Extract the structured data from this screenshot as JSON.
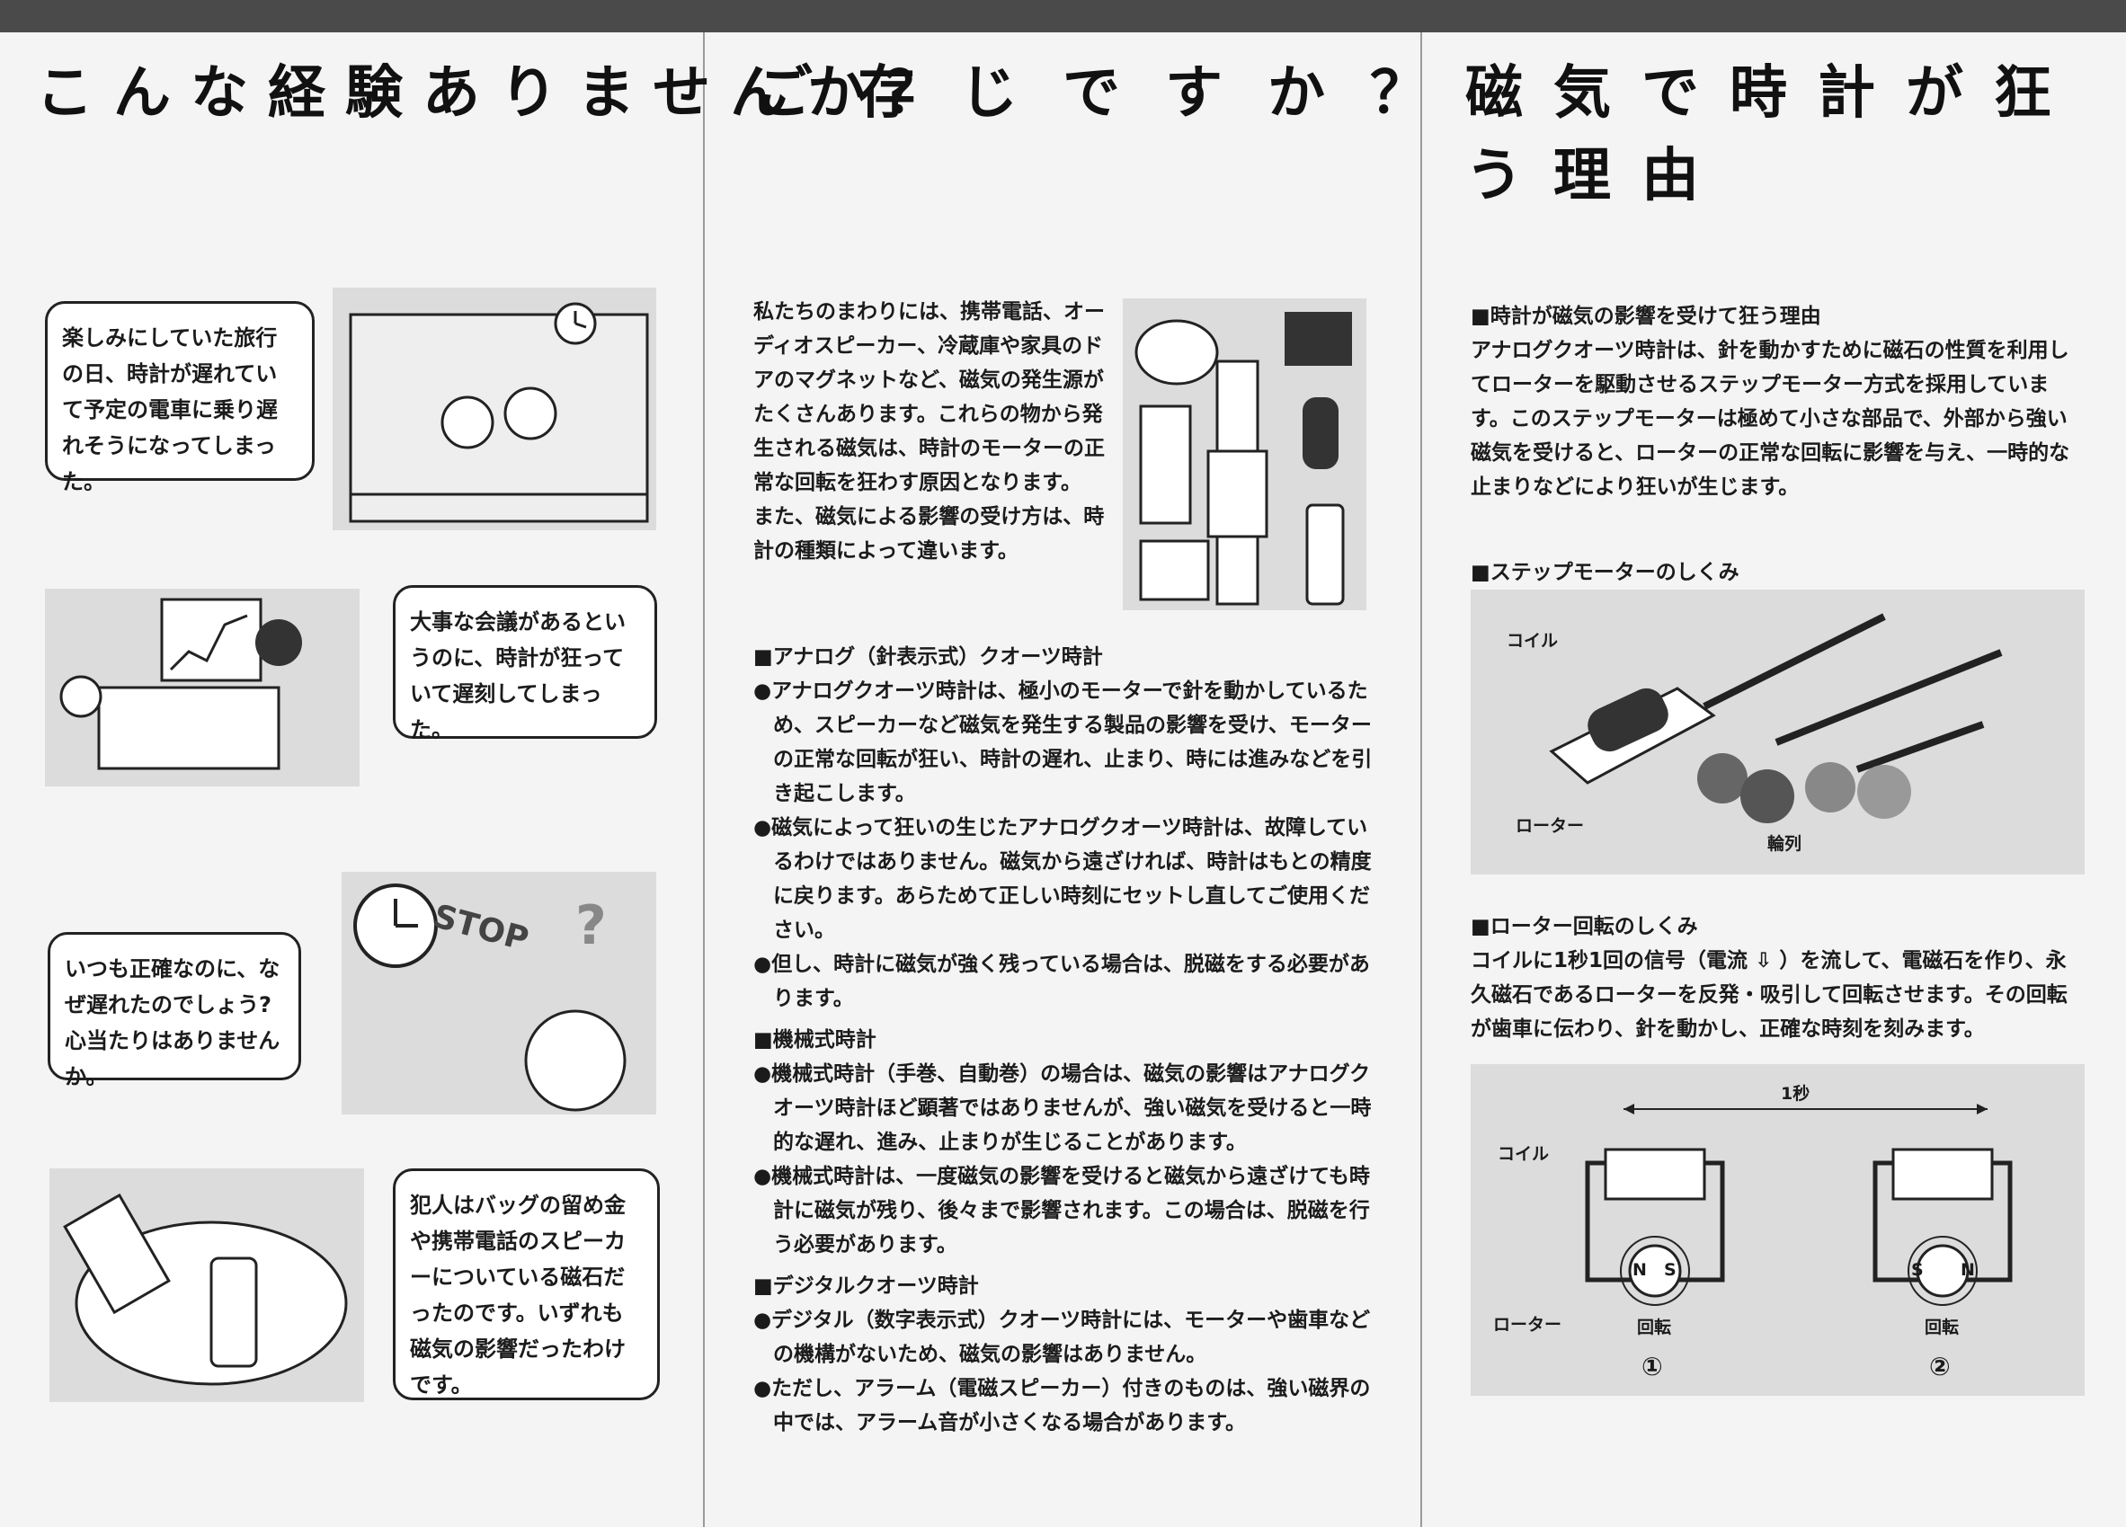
{
  "titles": [
    "こんな経験ありませんか？",
    "ご存じですか？",
    "磁気で時計が狂う理由"
  ],
  "left": {
    "bubbles": [
      "楽しみにしていた旅行の日、時計が遅れていて予定の電車に乗り遅れそうになってしまった。",
      "大事な会議があるというのに、時計が狂っていて遅刻してしまった。",
      "いつも正確なのに、なぜ遅れたのでしょう? 心当たりはありませんか。",
      "犯人はバッグの留め金や携帯電話のスピーカーについている磁石だったのです。いずれも磁気の影響だったわけです。"
    ],
    "stop_sign": "STOP",
    "question_mark": "?"
  },
  "middle": {
    "intro": [
      "私たちのまわりには、携帯電話、オーディオスピーカー、冷蔵庫や家具のドアのマグネットなど、磁気の発生源がたくさんあります。これらの物から発生される磁気は、時計のモーターの正常な回転を狂わす原因となります。",
      "また、磁気による影響の受け方は、時計の種類によって違います。"
    ],
    "sections": [
      {
        "heading": "■アナログ（針表示式）クオーツ時計",
        "bullets": [
          "●アナログクオーツ時計は、極小のモーターで針を動かしているため、スピーカーなど磁気を発生する製品の影響を受け、モーターの正常な回転が狂い、時計の遅れ、止まり、時には進みなどを引き起こします。",
          "●磁気によって狂いの生じたアナログクオーツ時計は、故障しているわけではありません。磁気から遠ざければ、時計はもとの精度に戻ります。あらためて正しい時刻にセットし直してご使用ください。",
          "●但し、時計に磁気が強く残っている場合は、脱磁をする必要があります。"
        ]
      },
      {
        "heading": "■機械式時計",
        "bullets": [
          "●機械式時計（手巻、自動巻）の場合は、磁気の影響はアナログクオーツ時計ほど顕著ではありませんが、強い磁気を受けると一時的な遅れ、進み、止まりが生じることがあります。",
          "●機械式時計は、一度磁気の影響を受けると磁気から遠ざけても時計に磁気が残り、後々まで影響されます。この場合は、脱磁を行う必要があります。"
        ]
      },
      {
        "heading": "■デジタルクオーツ時計",
        "bullets": [
          "●デジタル（数字表示式）クオーツ時計には、モーターや歯車などの機構がないため、磁気の影響はありません。",
          "●ただし、アラーム（電磁スピーカー）付きのものは、強い磁界の中では、アラーム音が小さくなる場合があります。"
        ]
      }
    ]
  },
  "right": {
    "heading1": "■時計が磁気の影響を受けて狂う理由",
    "para1": "アナログクオーツ時計は、針を動かすために磁石の性質を利用してローターを駆動させるステップモーター方式を採用しています。このステップモーターは極めて小さな部品で、外部から強い磁気を受けると、ローターの正常な回転に影響を与え、一時的な止まりなどにより狂いが生じます。",
    "heading2": "■ステップモーターのしくみ",
    "diagram1": {
      "coil": "コイル",
      "rotor": "ローター",
      "gear_train": "輪列"
    },
    "heading3": "■ローター回転のしくみ",
    "para2_a": "コイルに1秒1回の信号（電流",
    "para2_b": "）を流して、電磁石を作り、永久磁石であるローターを反発・吸引して回転させます。その回転が歯車に伝わり、針を動かし、正確な時刻を刻みます。",
    "diagram2": {
      "interval": "1秒",
      "coil": "コイル",
      "rotor": "ローター",
      "rotation": "回転",
      "step1": "①",
      "step2": "②",
      "n": "N",
      "s": "S"
    }
  }
}
